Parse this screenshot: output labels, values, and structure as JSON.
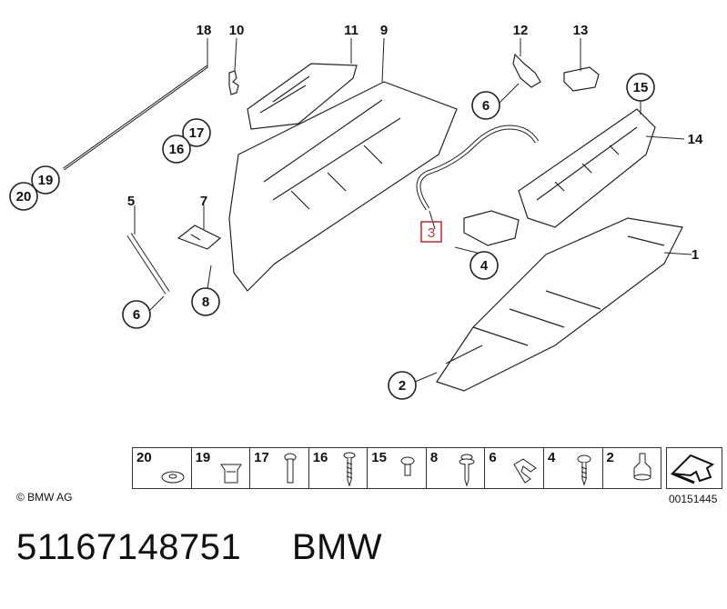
{
  "callouts": {
    "c18": "18",
    "c10": "10",
    "c11": "11",
    "c9": "9",
    "c12": "12",
    "c13": "13",
    "c6a": "6",
    "c15": "15",
    "c14": "14",
    "c17": "17",
    "c16": "16",
    "c19": "19",
    "c20": "20",
    "c5": "5",
    "c7": "7",
    "c3": "3",
    "c4": "4",
    "c1": "1",
    "c6b": "6",
    "c8": "8",
    "c2": "2"
  },
  "legend": {
    "items": [
      {
        "num": "20",
        "icon": "washer-icon"
      },
      {
        "num": "19",
        "icon": "grommet-icon"
      },
      {
        "num": "17",
        "icon": "bolt-icon"
      },
      {
        "num": "16",
        "icon": "screw-icon"
      },
      {
        "num": "15",
        "icon": "short-screw-icon"
      },
      {
        "num": "8",
        "icon": "flange-screw-icon"
      },
      {
        "num": "6",
        "icon": "clip-icon"
      },
      {
        "num": "4",
        "icon": "screw-icon"
      },
      {
        "num": "2",
        "icon": "buffer-icon"
      }
    ]
  },
  "copyright": "© BMW AG",
  "doc_number": "00151445",
  "footer": {
    "part_number": "51167148751",
    "brand": "BMW"
  },
  "colors": {
    "highlight": "#d32f2f"
  }
}
